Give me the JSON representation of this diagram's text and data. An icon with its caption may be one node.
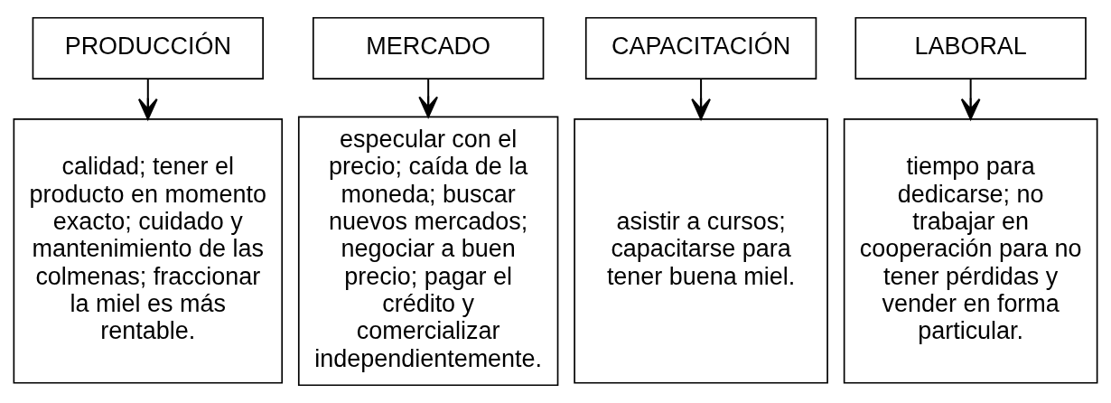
{
  "diagram": {
    "nodes": [
      {
        "text": [
          "PRODUCCIÓN"
        ]
      },
      {
        "text": [
          "MERCADO"
        ]
      },
      {
        "text": [
          "CAPACITACIÓN"
        ]
      },
      {
        "text": [
          "LABORAL"
        ]
      },
      {
        "text": [
          "calidad; tener el producto en momento exacto; cuidado y mantenimiento de las colmenas; fraccionar la miel es más rentable."
        ]
      },
      {
        "text": [
          "especular con el precio; caída de la moneda; buscar nuevos mercados; negociar a buen precio; pagar el crédito y comercializar independientemente."
        ]
      },
      {
        "text": [
          "asistir a cursos; capacitarse para tener buena miel."
        ]
      },
      {
        "text": [
          "tiempo para dedicarse; no trabajar en cooperación para no tener pérdidas y vender en forma particular."
        ]
      }
    ],
    "edges": [
      {
        "from": 0,
        "to": 4,
        "arrow": "to"
      },
      {
        "from": 1,
        "to": 5,
        "arrow": "to"
      },
      {
        "from": 2,
        "to": 6,
        "arrow": "to"
      },
      {
        "from": 3,
        "to": 7,
        "arrow": "to"
      }
    ]
  }
}
